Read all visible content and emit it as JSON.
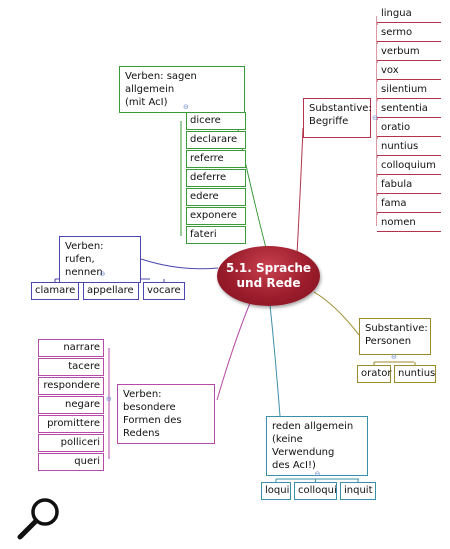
{
  "central": "5.1. Sprache\nund Rede",
  "branches": [
    {
      "key": "sagen",
      "label": "Verben: sagen allgemein\n(mit AcI)",
      "leaves": [
        "dicere",
        "declarare",
        "referre",
        "deferre",
        "edere",
        "exponere",
        "fateri"
      ]
    },
    {
      "key": "begriffe",
      "label": "Substantive:\nBegriffe",
      "leaves": [
        "lingua",
        "sermo",
        "verbum",
        "vox",
        "silentium",
        "sententia",
        "oratio",
        "nuntius",
        "colloquium",
        "fabula",
        "fama",
        "nomen"
      ]
    },
    {
      "key": "rufen",
      "label": "Verben: rufen,\nnennen",
      "leaves": [
        "clamare",
        "appellare",
        "vocare"
      ]
    },
    {
      "key": "personen",
      "label": "Substantive:\nPersonen",
      "leaves": [
        "orator",
        "nuntius"
      ]
    },
    {
      "key": "besondere",
      "label": "Verben: besondere\nFormen des Redens",
      "leaves": [
        "narrare",
        "tacere",
        "respondere",
        "negare",
        "promittere",
        "polliceri",
        "queri"
      ]
    },
    {
      "key": "reden",
      "label": "reden allgemein\n(keine Verwendung\ndes AcI!)",
      "leaves": [
        "loqui",
        "colloqui",
        "inquit"
      ]
    }
  ],
  "colors": {
    "sagen": "#3a9a3a",
    "begriffe": "#b5334a",
    "rufen": "#4a48b0",
    "personen": "#9a8a2a",
    "besondere": "#b64aa8",
    "reden": "#3a90a8",
    "central": "#9c1d2c"
  },
  "icons": {
    "zoom": "magnifier-icon"
  }
}
